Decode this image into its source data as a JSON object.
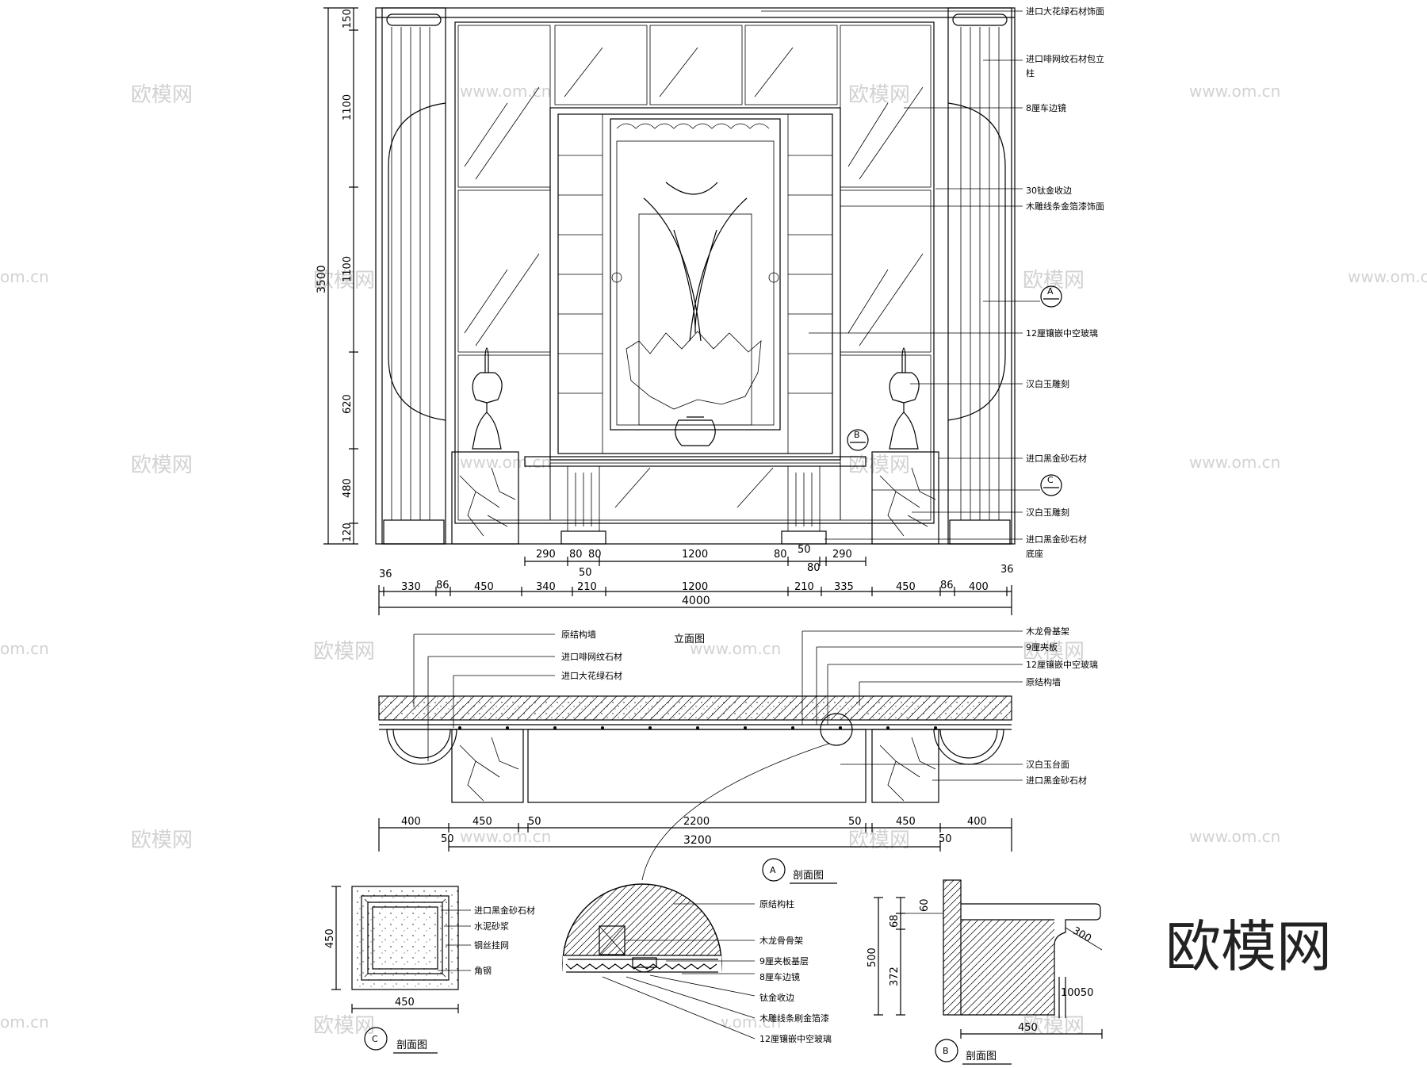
{
  "drawing": {
    "elevation_title": "立面图",
    "section_a": {
      "marker": "A",
      "title": "剖面图"
    },
    "section_b": {
      "marker": "B",
      "title": "剖面图"
    },
    "section_c": {
      "marker": "C",
      "title": "剖面图"
    }
  },
  "elevation_labels": [
    "进口大花绿石材饰面",
    "进口啡网纹石材包立",
    "柱",
    "8厘车边镜",
    "30钛金收边",
    "木雕线条金箔漆饰面",
    "12厘镶嵌中空玻璃",
    "汉白玉雕刻",
    "进口黑金砂石材",
    "汉白玉雕刻",
    "进口黑金砂石材",
    "底座"
  ],
  "plan_labels_left": [
    "原结构墙",
    "进口啡网纹石材",
    "进口大花绿石材"
  ],
  "plan_labels_right": [
    "木龙骨基架",
    "9厘夹板",
    "12厘镶嵌中空玻璃",
    "原结构墙",
    "汉白玉台面",
    "进口黑金砂石材"
  ],
  "detail_a_labels": [
    "原结构柱",
    "木龙骨骨架",
    "9厘夹板基层",
    "8厘车边镜",
    "钛金收边",
    "木雕线条刷金箔漆",
    "12厘镶嵌中空玻璃"
  ],
  "detail_c_labels": [
    "进口黑金砂石材",
    "水泥砂浆",
    "钢丝挂网",
    "角钢"
  ],
  "dims": {
    "vertical": {
      "total": "3500",
      "segments": [
        "150",
        "1100",
        "1100",
        "620",
        "480",
        "120"
      ]
    },
    "elev_row1": [
      "290",
      "80",
      "80",
      "1200",
      "80",
      "50",
      "290"
    ],
    "elev_row1_sub": [
      "50",
      "80"
    ],
    "elev_row2": [
      "36",
      "330",
      "86",
      "450",
      "340",
      "210",
      "1200",
      "210",
      "335",
      "450",
      "86",
      "400",
      "36"
    ],
    "elev_total": "4000",
    "plan_row": [
      "400",
      "450",
      "50",
      "2200",
      "50",
      "450",
      "400"
    ],
    "plan_row_sub": [
      "50",
      "50"
    ],
    "plan_total": "3200",
    "detail_c": [
      "450",
      "450"
    ],
    "detail_b": [
      "60",
      "68",
      "372",
      "500",
      "300",
      "10050",
      "450"
    ]
  },
  "watermark": {
    "text": "欧模网",
    "url": "www.om.cn",
    "url_short": "om.cn"
  },
  "brand": "欧模网"
}
